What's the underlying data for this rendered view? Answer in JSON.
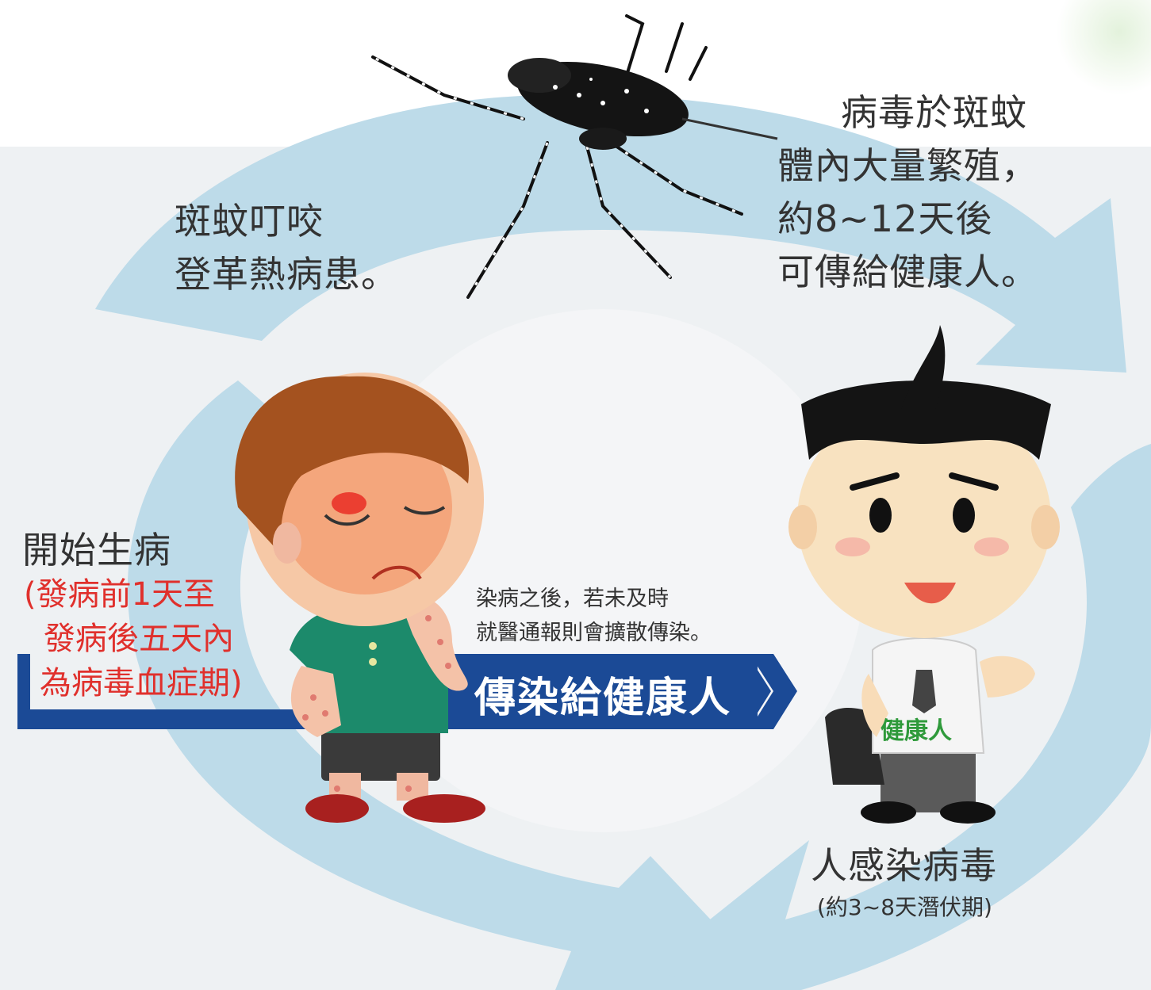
{
  "caption_bite": {
    "line1": "斑蚊叮咬",
    "line2": "登革熱病患。"
  },
  "caption_virus": {
    "line1": "病毒於斑蚊",
    "line2": "體內大量繁殖，",
    "line3": "約8~12天後",
    "line4": "可傳給健康人。"
  },
  "caption_sick": {
    "title": "開始生病",
    "note1": "(發病前1天至",
    "note2": "發病後五天內",
    "note3": "為病毒血症期)"
  },
  "caption_warning": {
    "line1": "染病之後，若未及時",
    "line2": "就醫通報則會擴散傳染。"
  },
  "arrow_label": "傳染給健康人",
  "shirt_label": "健康人",
  "caption_infected": {
    "title": "人感染病毒",
    "note": "(約3~8天潛伏期)"
  },
  "colors": {
    "cycle_blue": "#bddbe9",
    "arrow_navy": "#1b4a96",
    "note_red": "#e0302c",
    "shirt_green": "#1c8a6b"
  }
}
